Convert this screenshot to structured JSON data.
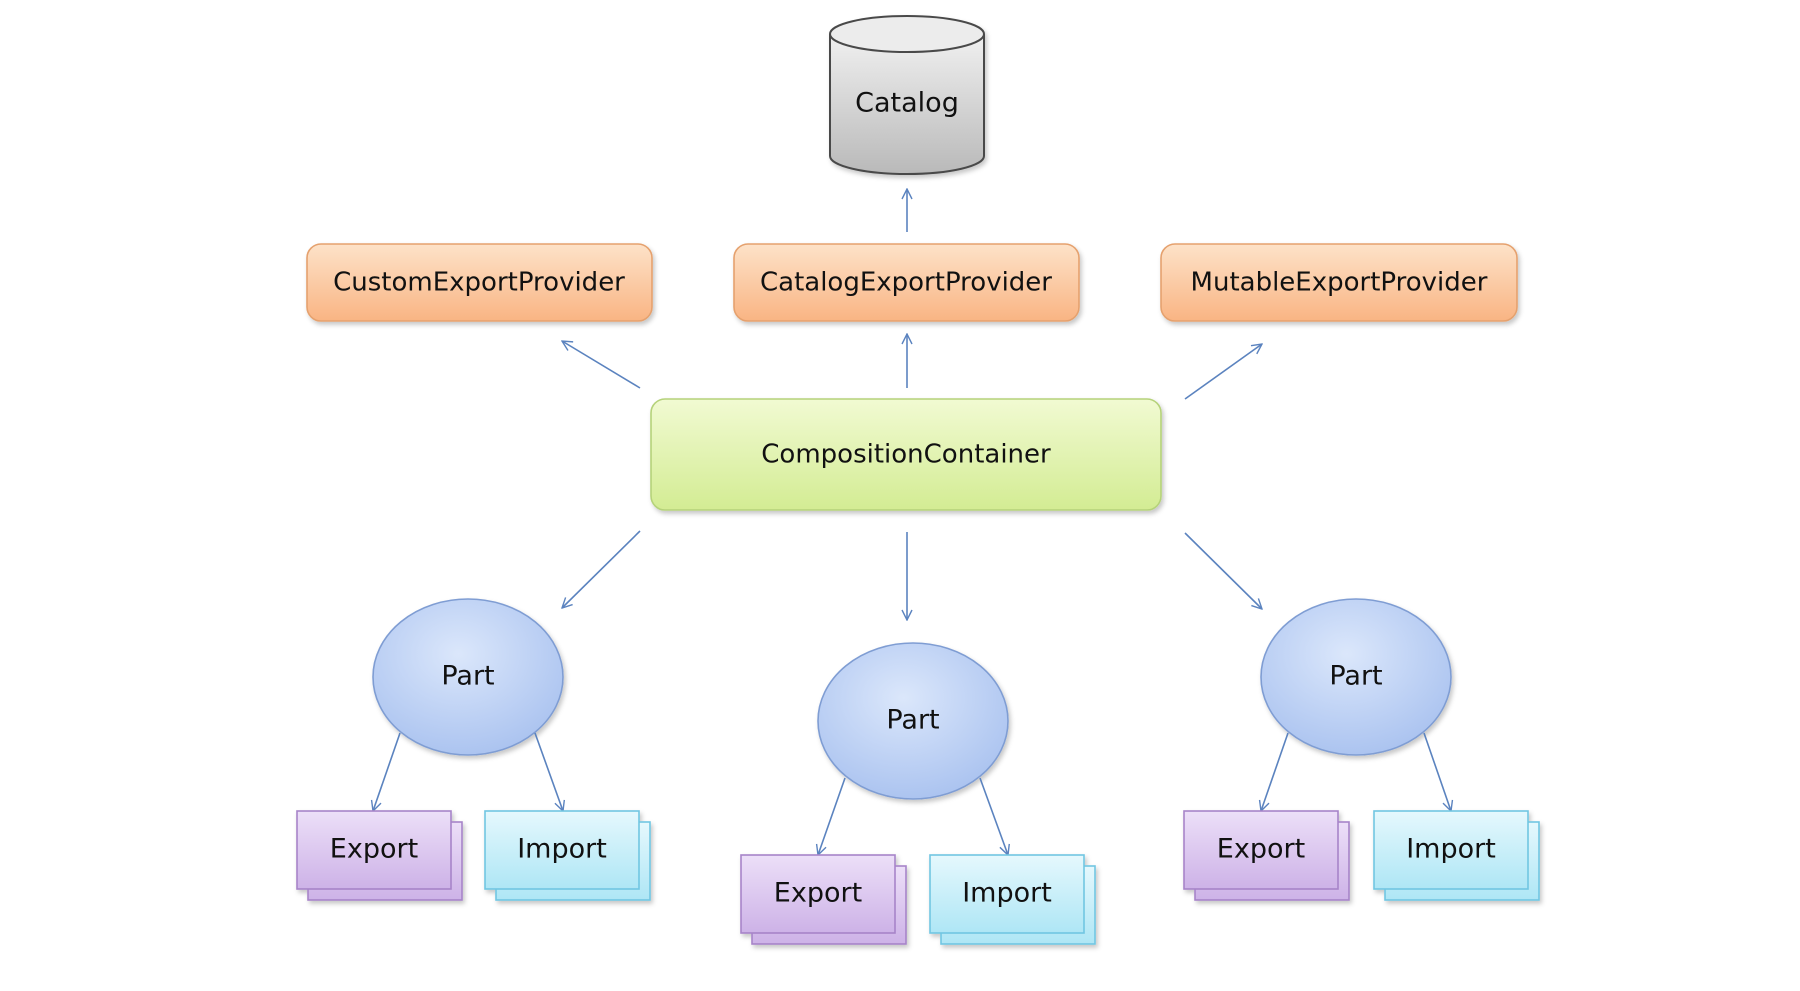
{
  "catalog": {
    "label": "Catalog"
  },
  "providers": {
    "custom": {
      "label": "CustomExportProvider"
    },
    "catalog": {
      "label": "CatalogExportProvider"
    },
    "mutable": {
      "label": "MutableExportProvider"
    }
  },
  "container": {
    "label": "CompositionContainer"
  },
  "parts": [
    {
      "label": "Part",
      "export_label": "Export",
      "import_label": "Import"
    },
    {
      "label": "Part",
      "export_label": "Export",
      "import_label": "Import"
    },
    {
      "label": "Part",
      "export_label": "Export",
      "import_label": "Import"
    }
  ],
  "colors": {
    "catalog_fill": "#d4d4d4",
    "provider_fill": "#fbc497",
    "provider_stroke": "#e5a16e",
    "container_fill": "#e2f3ad",
    "container_stroke": "#b5d27a",
    "part_fill": "#b6cdf4",
    "part_stroke": "#7f9dd3",
    "export_fill": "#dcc6ef",
    "export_stroke": "#a784c9",
    "import_fill": "#c5eef8",
    "import_stroke": "#71c6e2",
    "arrow": "#5b83bf"
  }
}
